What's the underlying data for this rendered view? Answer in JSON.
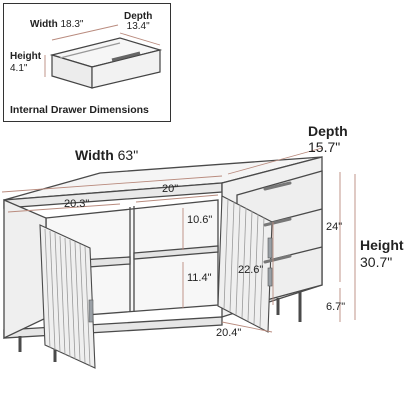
{
  "inset": {
    "caption": "Internal Drawer Dimensions",
    "width": {
      "label": "Width",
      "value": "18.3\""
    },
    "depth": {
      "label": "Depth",
      "value": "13.4\""
    },
    "height": {
      "label": "Height",
      "value": "4.1\""
    }
  },
  "overall": {
    "width": {
      "label": "Width",
      "value": "63\""
    },
    "depth": {
      "label": "Depth",
      "value": "15.7\""
    },
    "height": {
      "label": "Height",
      "value": "30.7\""
    }
  },
  "dims": {
    "left_compartment": "20.3\"",
    "middle_compartment": "20\"",
    "upper_shelf": "10.6\"",
    "lower_shelf": "11.4\"",
    "right_compartment_height": "22.6\"",
    "interior_depth": "20.4\"",
    "drawer_stack_height": "24\"",
    "leg_height": "6.7\""
  },
  "colors": {
    "line": "#4a4a4a",
    "dim": "#b98b7e",
    "panel": "#f3f3f3",
    "edge": "#333333"
  }
}
